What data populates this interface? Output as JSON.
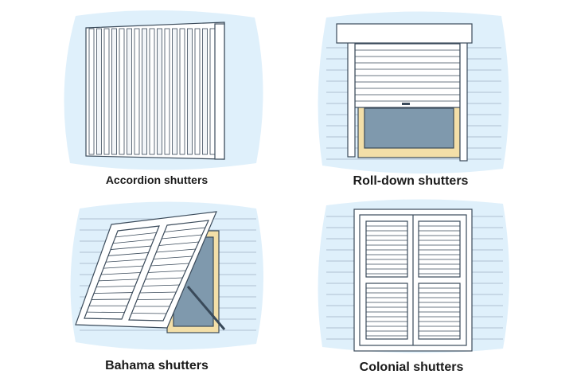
{
  "panels": [
    {
      "id": "accordion",
      "label": "Accordion shutters"
    },
    {
      "id": "roll-down",
      "label": "Roll-down shutters"
    },
    {
      "id": "bahama",
      "label": "Bahama shutters"
    },
    {
      "id": "colonial",
      "label": "Colonial shutters"
    }
  ],
  "colors": {
    "background_blob": "#dff0fb",
    "outline": "#3a4a5a",
    "shutter": "#ffffff",
    "window_frame": "#f3dfa8",
    "glass": "#7f99ad"
  }
}
